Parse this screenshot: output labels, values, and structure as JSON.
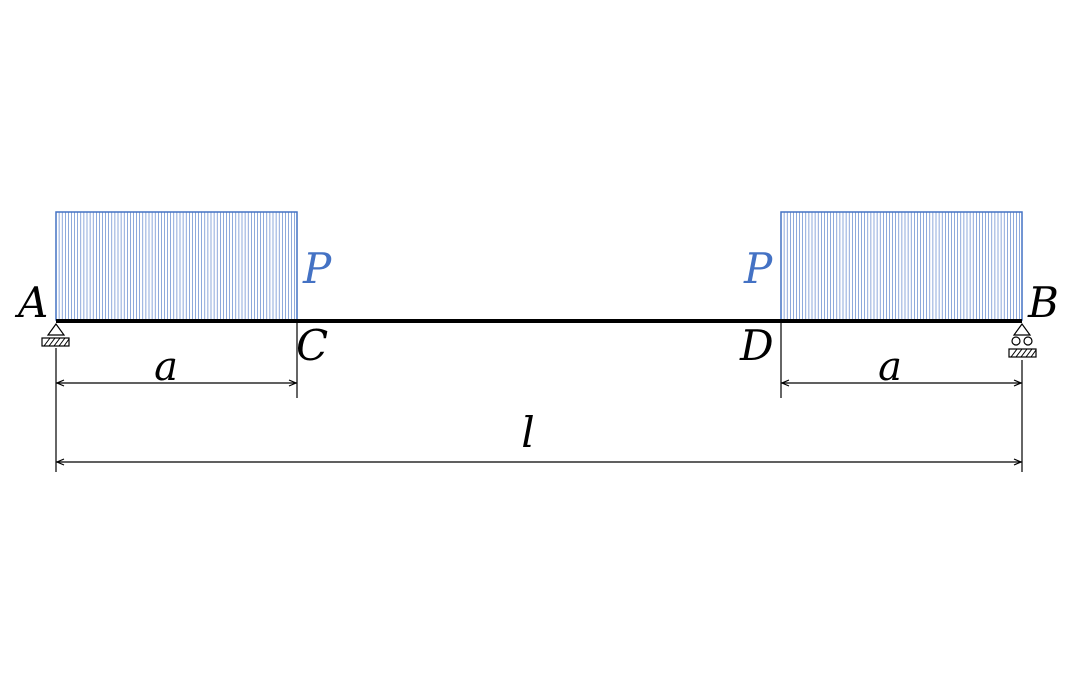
{
  "points": {
    "A": "A",
    "B": "B",
    "C": "C",
    "D": "D"
  },
  "loads": {
    "left": "P",
    "right": "P"
  },
  "dimensions": {
    "left_segment": "a",
    "right_segment": "a",
    "total_span": "l"
  },
  "colors": {
    "load": "#4472c4",
    "beam": "#000000",
    "dimension": "#000000"
  }
}
